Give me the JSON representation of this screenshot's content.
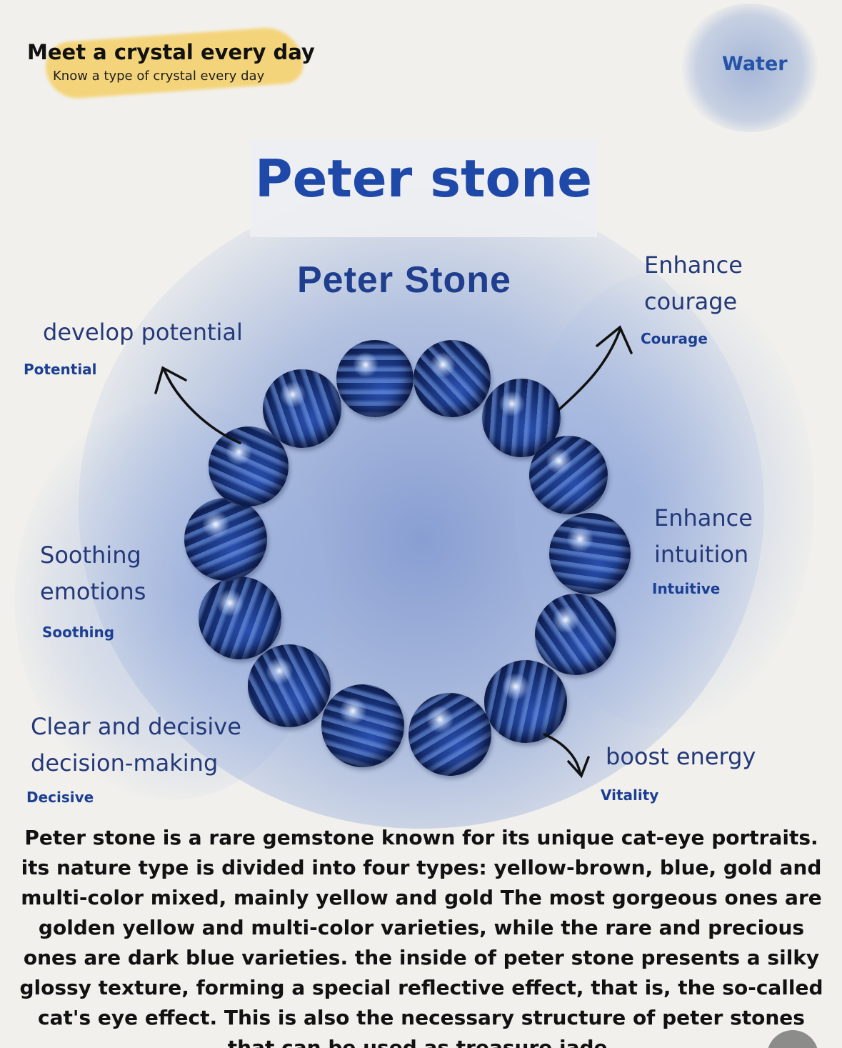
{
  "header": {
    "title": "Meet a crystal every day",
    "subtitle": "Know a type of crystal every day"
  },
  "element": "Water",
  "title": "Peter stone",
  "image_heading": "Peter Stone",
  "effects": [
    {
      "lines": [
        "develop potential"
      ],
      "tag": "Potential"
    },
    {
      "lines": [
        "Enhance",
        "courage"
      ],
      "tag": "Courage"
    },
    {
      "lines": [
        "Soothing",
        "emotions"
      ],
      "tag": "Soothing"
    },
    {
      "lines": [
        "Enhance",
        "intuition"
      ],
      "tag": "Intuitive"
    },
    {
      "lines": [
        "Clear and decisive",
        "decision-making"
      ],
      "tag": "Decisive"
    },
    {
      "lines": [
        "boost energy"
      ],
      "tag": "Vitality"
    }
  ],
  "description": "Peter stone is a rare gemstone known for its unique cat-eye portraits. its nature type is divided into four types: yellow-brown, blue, gold and multi-color mixed, mainly yellow and gold   The most gorgeous ones are golden yellow and multi-color varieties, while the rare and precious ones are dark blue varieties. the inside of peter stone presents a silky glossy texture, forming a special reflective effect, that is, the so-called cat's eye effect. This is also the necessary structure of peter stones that can be used as treasure jade.",
  "colors": {
    "title_blue": "#1f49a8",
    "label_navy": "#24397a",
    "highlight_yellow": "#f6cb55",
    "wash_blue": "#8aa3d8"
  }
}
